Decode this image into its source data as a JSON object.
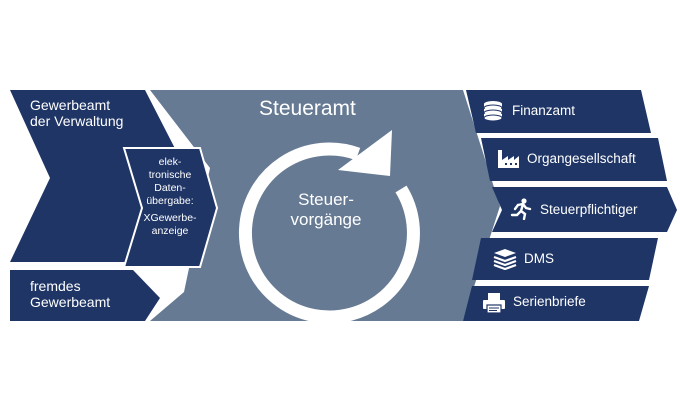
{
  "left": {
    "top_label_line1": "Gewerbeamt",
    "top_label_line2": "der Verwaltung",
    "bottom_label_line1": "fremdes",
    "bottom_label_line2": "Gewerbeamt"
  },
  "edi": {
    "lines": [
      "elek-",
      "tronische",
      "Daten-",
      "übergabe:",
      "XGewerbe-",
      "anzeige"
    ]
  },
  "center": {
    "title": "Steueramt",
    "cycle_line1": "Steuer-",
    "cycle_line2": "vorgänge"
  },
  "outputs": [
    {
      "label": "Finanzamt",
      "icon": "coins-icon"
    },
    {
      "label": "Organgesellschaft",
      "icon": "factory-icon"
    },
    {
      "label": "Steuerpflichtiger",
      "icon": "running-person-icon"
    },
    {
      "label": "DMS",
      "icon": "stack-icon"
    },
    {
      "label": "Serienbriefe",
      "icon": "printer-icon"
    }
  ],
  "colors": {
    "navy": "#1f3566",
    "slate": "#667a94",
    "white": "#ffffff"
  }
}
